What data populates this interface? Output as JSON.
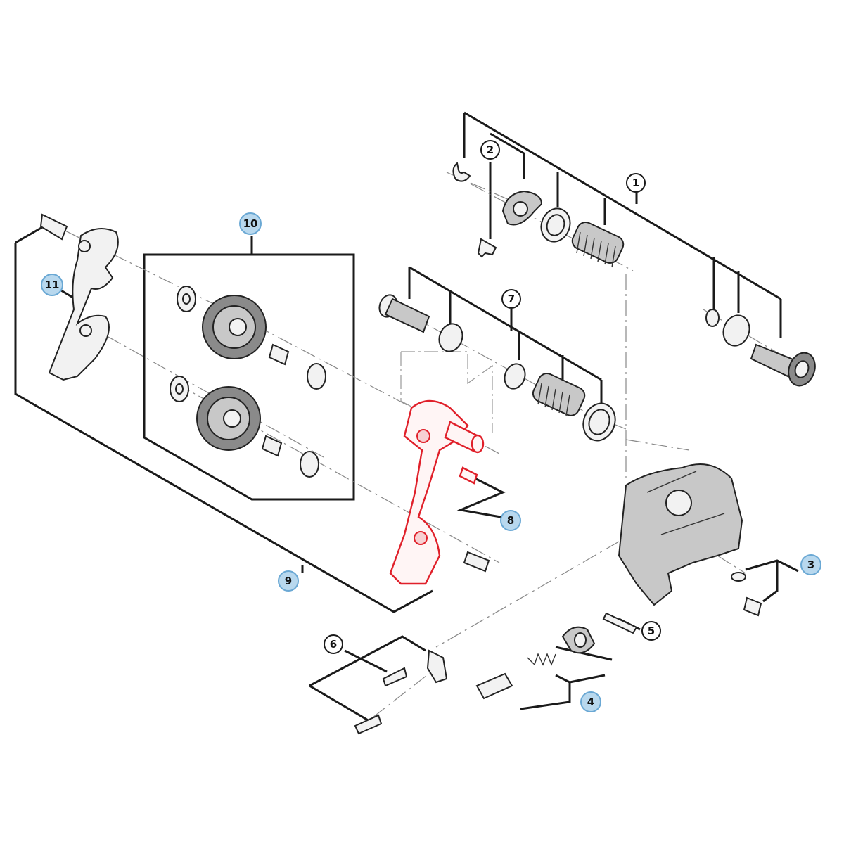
{
  "callouts": [
    {
      "id": "1",
      "label": "1",
      "highlighted": false
    },
    {
      "id": "2",
      "label": "2",
      "highlighted": false
    },
    {
      "id": "3",
      "label": "3",
      "highlighted": true
    },
    {
      "id": "4",
      "label": "4",
      "highlighted": true
    },
    {
      "id": "5",
      "label": "5",
      "highlighted": false
    },
    {
      "id": "6",
      "label": "6",
      "highlighted": false
    },
    {
      "id": "7",
      "label": "7",
      "highlighted": false
    },
    {
      "id": "8",
      "label": "8",
      "highlighted": true
    },
    {
      "id": "9",
      "label": "9",
      "highlighted": true
    },
    {
      "id": "10",
      "label": "10",
      "highlighted": true
    },
    {
      "id": "11",
      "label": "11",
      "highlighted": true
    }
  ],
  "colors": {
    "highlighted_part": "#e0202a",
    "callout_highlight": "#b8d8ee",
    "line": "#1a1a1a"
  }
}
